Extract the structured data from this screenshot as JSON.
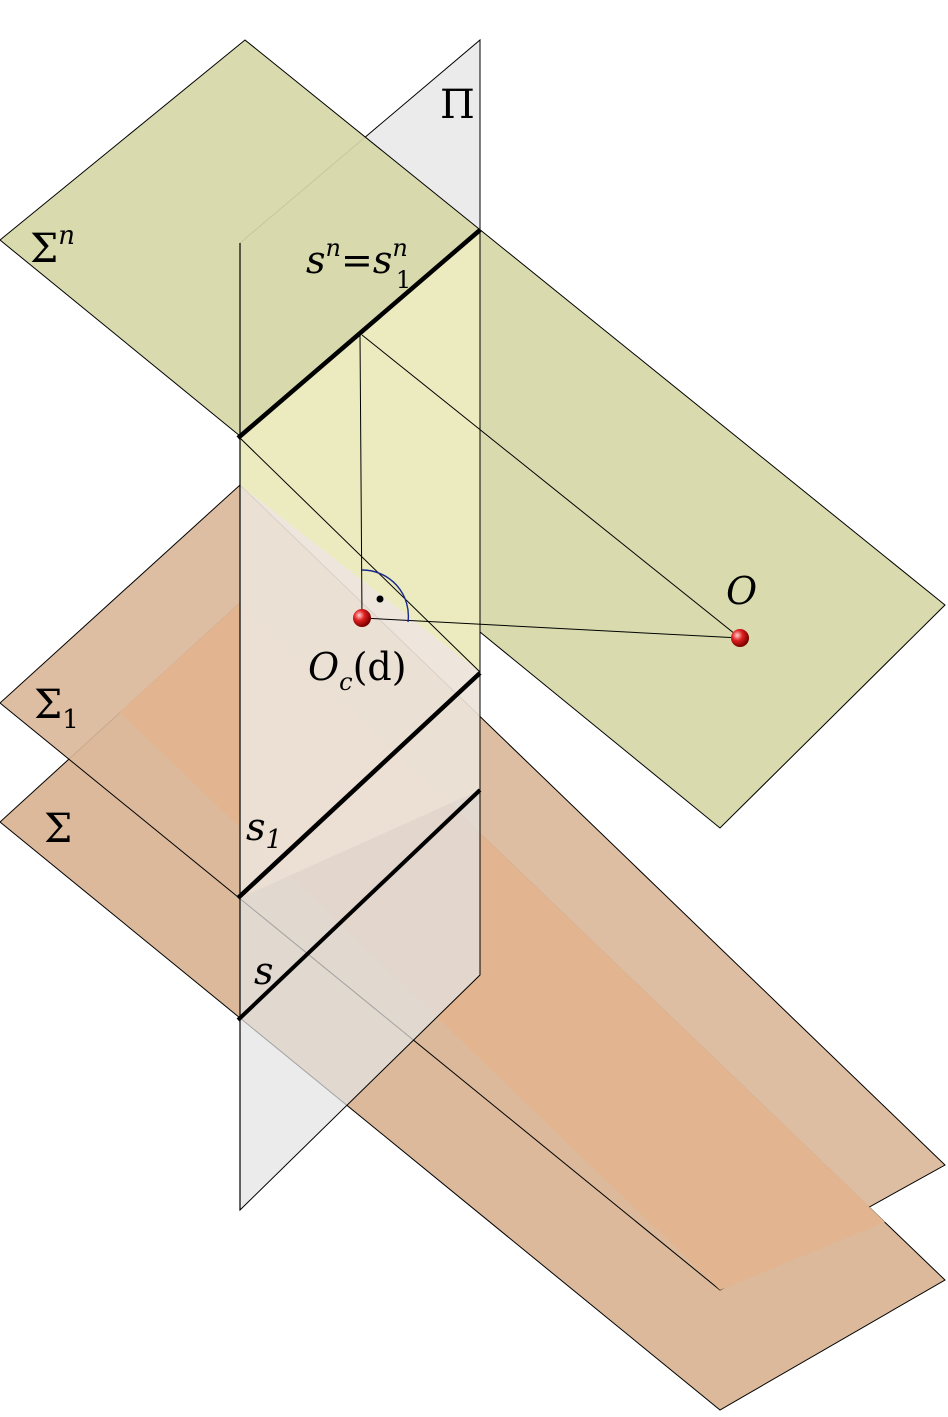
{
  "labels": {
    "plane_pi": "Π",
    "plane_sigma_n": {
      "base": "Σ",
      "sup": "n"
    },
    "plane_sigma_1": {
      "base": "Σ",
      "sub": "1"
    },
    "plane_sigma": "Σ",
    "line_sn": {
      "left": "s",
      "left_sup": "n",
      "eq": "=",
      "right": "s",
      "right_sup": "n",
      "right_sub": "1"
    },
    "line_s1": {
      "base": "s",
      "sub": "1"
    },
    "line_s": "s",
    "point_o": "O",
    "point_oc": {
      "base": "O",
      "sub": "c",
      "tail": "(d)"
    }
  },
  "colors": {
    "plane_sigma_n": "#d6d8a8",
    "plane_sigma_n_overlap": "#ecebbf",
    "plane_pi": "#e3e3e3",
    "plane_sigma": "#dbb99a",
    "plane_sigma_overlap": "#e2b590",
    "plane_sigma_1_in_pi": "#efe2d6",
    "point": "#e02020",
    "angle_arc": "#1a2a8c"
  }
}
